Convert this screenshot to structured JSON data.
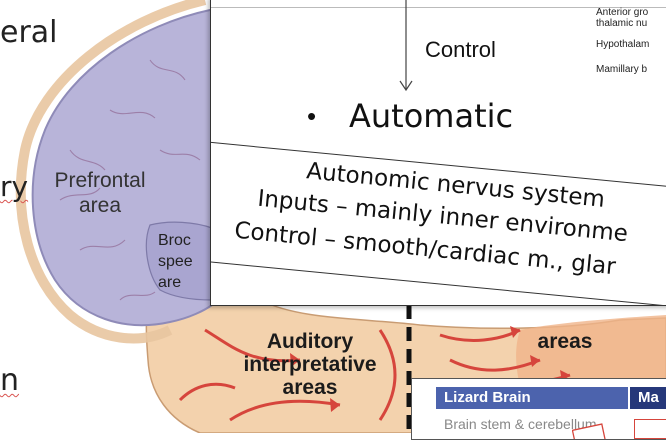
{
  "left_words": [
    "eral",
    "ry",
    "n"
  ],
  "brain": {
    "prefrontal_area": "Prefrontal\narea",
    "broca_fragment": "Broc\nspee\nare",
    "auditory_areas": "Auditory\ninterpretative\nareas",
    "areas_fragment": "areas"
  },
  "slide": {
    "control_label": "Control",
    "bullet": "•",
    "heading": "Automatic",
    "line1": "Autonomic nervus system",
    "line2": "Inputs – mainly inner environme",
    "line3": "Control – smooth/cardiac m., glar",
    "hypothalamus_list": [
      "Anterior gro",
      "thalamic nu",
      "Hypothalam",
      "Mamillary b"
    ]
  },
  "table": {
    "header_left": "Lizard Brain",
    "header_right": "Ma",
    "row1": "Brain stem & cerebellum"
  },
  "colors": {
    "brain_purple": "#b7b5d8",
    "brain_tan": "#f3d7b2",
    "brain_orange": "#f3c39c",
    "red_lines": "#d6453c",
    "table_header": "#465ea8",
    "table_header_dark": "#2a3e7a"
  }
}
